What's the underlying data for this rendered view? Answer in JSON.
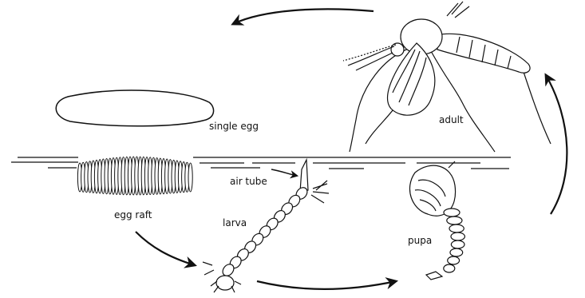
{
  "labels": {
    "single_egg": "single egg",
    "egg_raft": "egg raft",
    "air_tube": "air tube",
    "larva": "larva",
    "pupa": "pupa",
    "adult": "adult"
  },
  "stroke_color": "#111111",
  "background": "#ffffff"
}
